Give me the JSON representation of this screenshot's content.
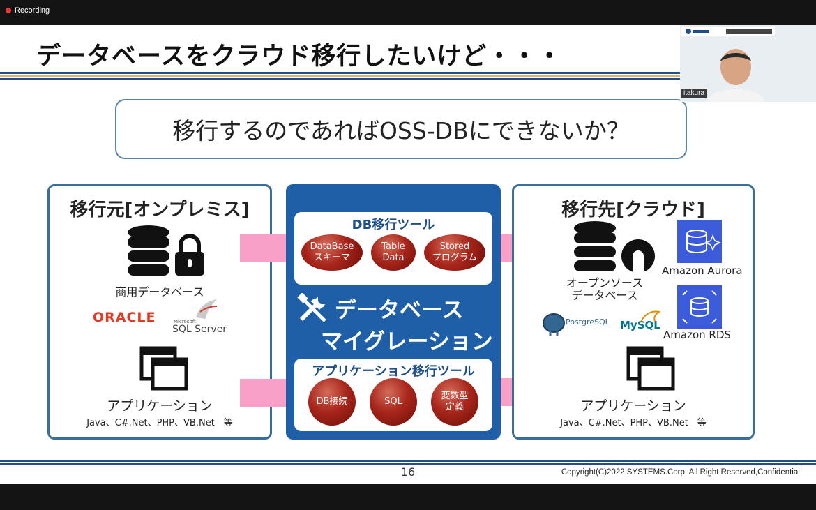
{
  "recording": {
    "label": "Recording"
  },
  "slide": {
    "title": "データベースをクラウド移行したいけど・・・",
    "question": "移行するのであればOSS-DBにできないか？",
    "left": {
      "title": "移行元[オンプレミス]",
      "db_label": "商用データベース",
      "oracle": "ORACLE",
      "sqlserver_small": "Microsoft",
      "sqlserver": "SQL Server",
      "app_label": "アプリケーション",
      "app_langs": "Java、C#.Net、PHP、VB.Net　等"
    },
    "center": {
      "db_tool_title": "DB移行ツール",
      "db_tools": [
        "DataBase\nスキーマ",
        "Table\nData",
        "Stored\nプログラム"
      ],
      "migration_line1": "データベース",
      "migration_line2": "マイグレーション",
      "app_tool_title": "アプリケーション移行ツール",
      "app_tools": [
        "DB接続",
        "SQL",
        "変数型\n定義"
      ]
    },
    "right": {
      "title": "移行先[クラウド]",
      "oss_label": "オープンソース\nデータベース",
      "aurora": "Amazon Aurora",
      "rds": "Amazon RDS",
      "postgres": "PostgreSQL",
      "mysql": "MySQL",
      "app_label": "アプリケーション",
      "app_langs": "Java、C#.Net、PHP、VB.Net　等"
    },
    "page_number": "16",
    "copyright": "Copyright(C)2022,SYSTEMS.Corp. All Right Reserved,Confidential."
  },
  "video": {
    "participant": "itakura"
  },
  "colors": {
    "accent_blue": "#1e5fa8",
    "arrow_pink": "#f7a1c8",
    "ball_red": "#a8261b",
    "aws_blue": "#3b5bdb"
  }
}
